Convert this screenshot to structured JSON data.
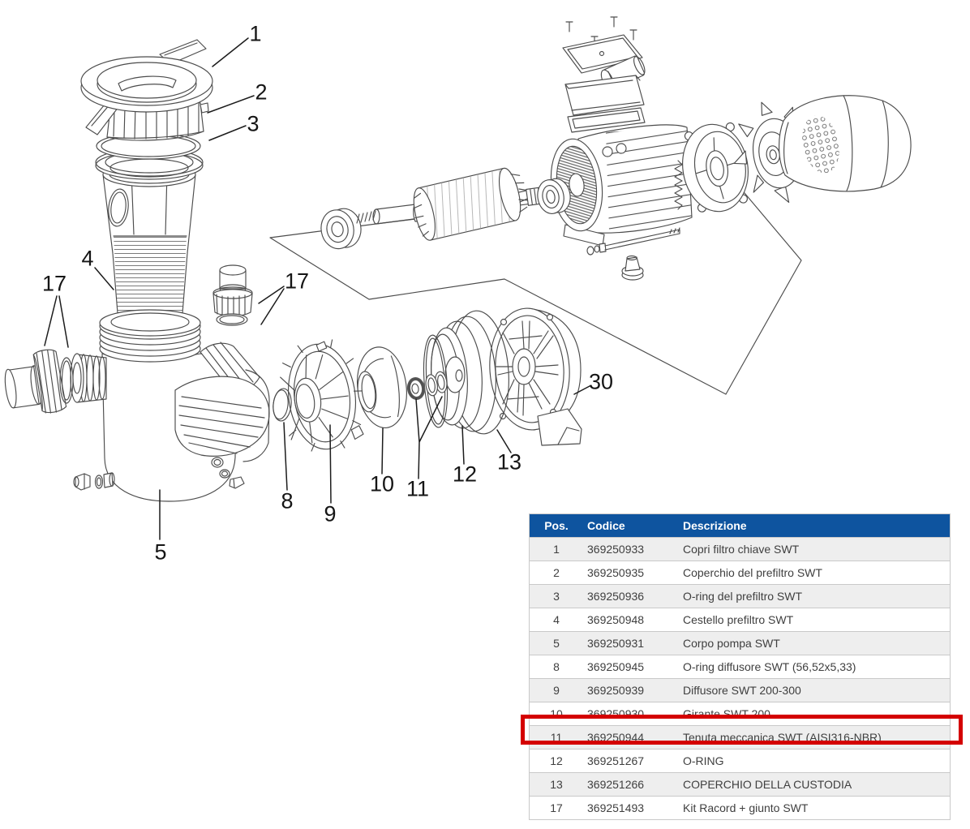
{
  "diagram": {
    "title_hint": "exploded view of SWT pool pump",
    "line_color": "#4c4c4c",
    "callouts": {
      "n1": "1",
      "n2": "2",
      "n3": "3",
      "n4": "4",
      "n5": "5",
      "n8": "8",
      "n9": "9",
      "n10": "10",
      "n11": "11",
      "n12": "12",
      "n13": "13",
      "n17_left": "17",
      "n17_right": "17",
      "n30": "30"
    }
  },
  "parts_table": {
    "headers": {
      "pos": "Pos.",
      "code": "Codice",
      "desc": "Descrizione"
    },
    "header_bg": "#0e549f",
    "header_text_color": "#ffffff",
    "row_alt_bg": "#eeeeee",
    "text_color": "#3f3f3f",
    "highlight_border_color": "#d40000",
    "rows": [
      {
        "pos": "1",
        "code": "369250933",
        "desc": "Copri filtro chiave SWT",
        "highlighted": false
      },
      {
        "pos": "2",
        "code": "369250935",
        "desc": "Coperchio del prefiltro SWT",
        "highlighted": false
      },
      {
        "pos": "3",
        "code": "369250936",
        "desc": "O-ring del prefiltro SWT",
        "highlighted": false
      },
      {
        "pos": "4",
        "code": "369250948",
        "desc": "Cestello prefiltro SWT",
        "highlighted": false
      },
      {
        "pos": "5",
        "code": "369250931",
        "desc": "Corpo pompa SWT",
        "highlighted": false
      },
      {
        "pos": "8",
        "code": "369250945",
        "desc": "O-ring diffusore SWT (56,52x5,33)",
        "highlighted": false
      },
      {
        "pos": "9",
        "code": "369250939",
        "desc": "Diffusore SWT 200-300",
        "highlighted": false
      },
      {
        "pos": "10",
        "code": "369250930",
        "desc": "Girante SWT 200",
        "highlighted": false
      },
      {
        "pos": "11",
        "code": "369250944",
        "desc": "Tenuta meccanica SWT (AISI316-NBR)",
        "highlighted": true
      },
      {
        "pos": "12",
        "code": "369251267",
        "desc": "O-RING",
        "highlighted": false
      },
      {
        "pos": "13",
        "code": "369251266",
        "desc": "COPERCHIO DELLA CUSTODIA",
        "highlighted": false
      },
      {
        "pos": "17",
        "code": "369251493",
        "desc": "Kit Racord + giunto SWT",
        "highlighted": false
      }
    ]
  }
}
